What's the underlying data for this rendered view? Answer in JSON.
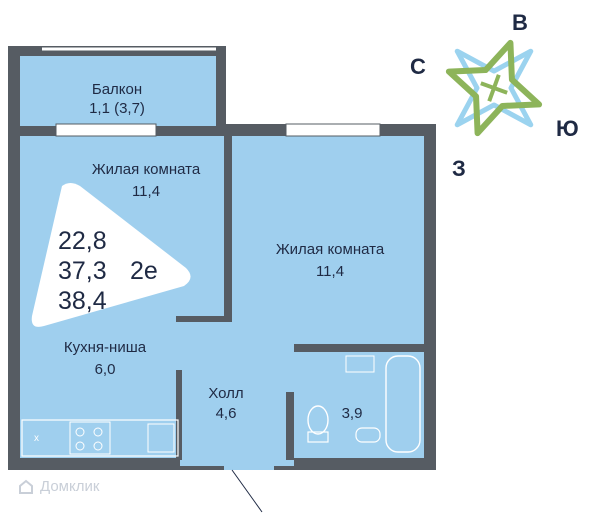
{
  "rooms": {
    "balcony": {
      "name": "Балкон",
      "area": "1,1 (3,7)"
    },
    "living_left": {
      "name": "Жилая комната",
      "area": "11,4"
    },
    "living_right": {
      "name": "Жилая комната",
      "area": "11,4"
    },
    "kitchen": {
      "name": "Кухня-ниша",
      "area": "6,0"
    },
    "hall": {
      "name": "Холл",
      "area": "4,6"
    },
    "bath": {
      "area": "3,9"
    }
  },
  "summary": {
    "living_area": "22,8",
    "total_area": "37,3",
    "total_area_with_balcony": "38,4",
    "type": "2е"
  },
  "compass": {
    "north": "С",
    "east": "В",
    "south": "Ю",
    "west": "З"
  },
  "watermark": {
    "text": "Домклик"
  },
  "colors": {
    "room_fill": "#9fcfee",
    "wall": "#565c63",
    "compass_green": "#8db45a",
    "compass_blue": "#9bd3ef"
  }
}
